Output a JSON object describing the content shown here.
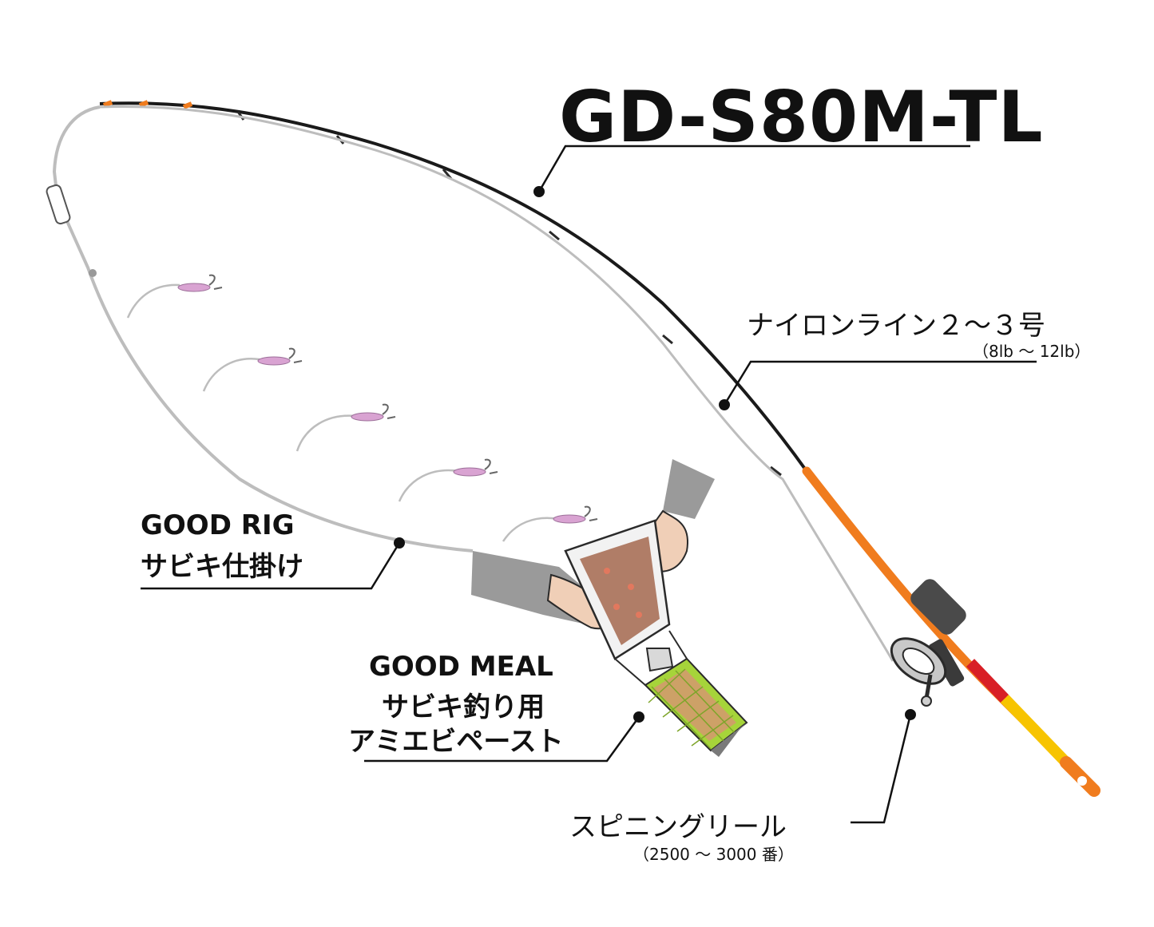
{
  "title": "GD-S80M-TL",
  "labels": {
    "line": {
      "name": "ナイロンライン２～３号",
      "spec": "（8lb ～ 12lb）"
    },
    "rig": {
      "en": "GOOD RIG",
      "jp": "サビキ仕掛け"
    },
    "meal": {
      "en": "GOOD MEAL",
      "jp1": "サビキ釣り用",
      "jp2": "アミエビペースト"
    },
    "reel": {
      "name": "スピニングリール",
      "spec": "（2500 ～ 3000 番）"
    }
  },
  "colors": {
    "rod_blank": "#1a1a1a",
    "rod_butt": "#f07c1e",
    "rod_grip": "#f7c400",
    "fishing_line": "#bdbdbd",
    "bait": "#d9a3d2",
    "paste": "#b07d67",
    "basket": "#a6d43a",
    "leader_line": "#111111"
  },
  "icons": [
    "fishing-rod-icon",
    "spinning-reel-icon",
    "sabiki-hook-icon",
    "bait-pouch-icon",
    "chum-basket-icon",
    "hand-icon"
  ]
}
